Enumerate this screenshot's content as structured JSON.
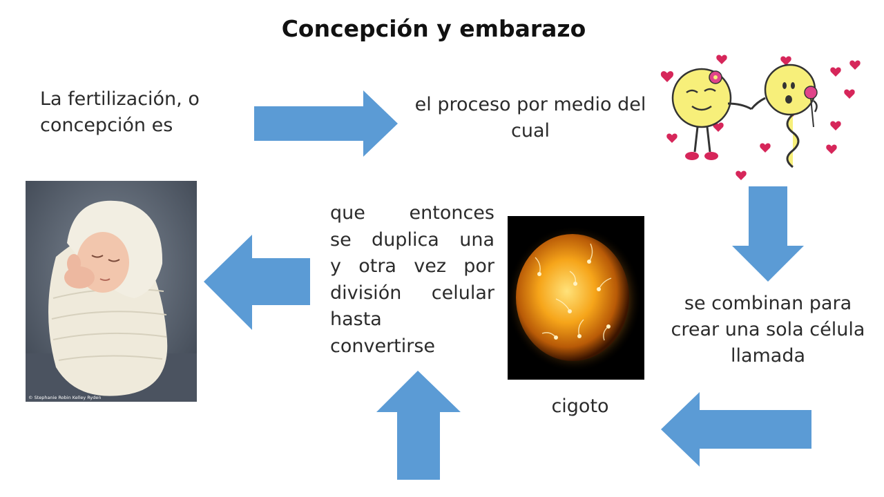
{
  "title": "Concepción y embarazo",
  "texts": {
    "fertilization": "La fertilización, o concepción es",
    "process": "el proceso por medio del cual",
    "combine": "se combinan para crear una sola célula llamada",
    "zygote": "cigoto",
    "duplicate_lines": [
      "que entonces",
      "se duplica una",
      "y otra vez por",
      "división celular",
      "hasta",
      "convertirse"
    ]
  },
  "credit": "© Stephanie Robin Kelley Ryden",
  "colors": {
    "arrow": "#5b9bd5",
    "heart": "#d6265a",
    "character": "#f7ef7a",
    "zygote_core": "#f6a51a",
    "zygote_bg": "#000000"
  },
  "icons": [
    "arrow-right-icon",
    "arrow-down-icon",
    "arrow-left-icon",
    "arrow-up-icon",
    "cartoon-couple-image",
    "zygote-image",
    "newborn-baby-image"
  ]
}
